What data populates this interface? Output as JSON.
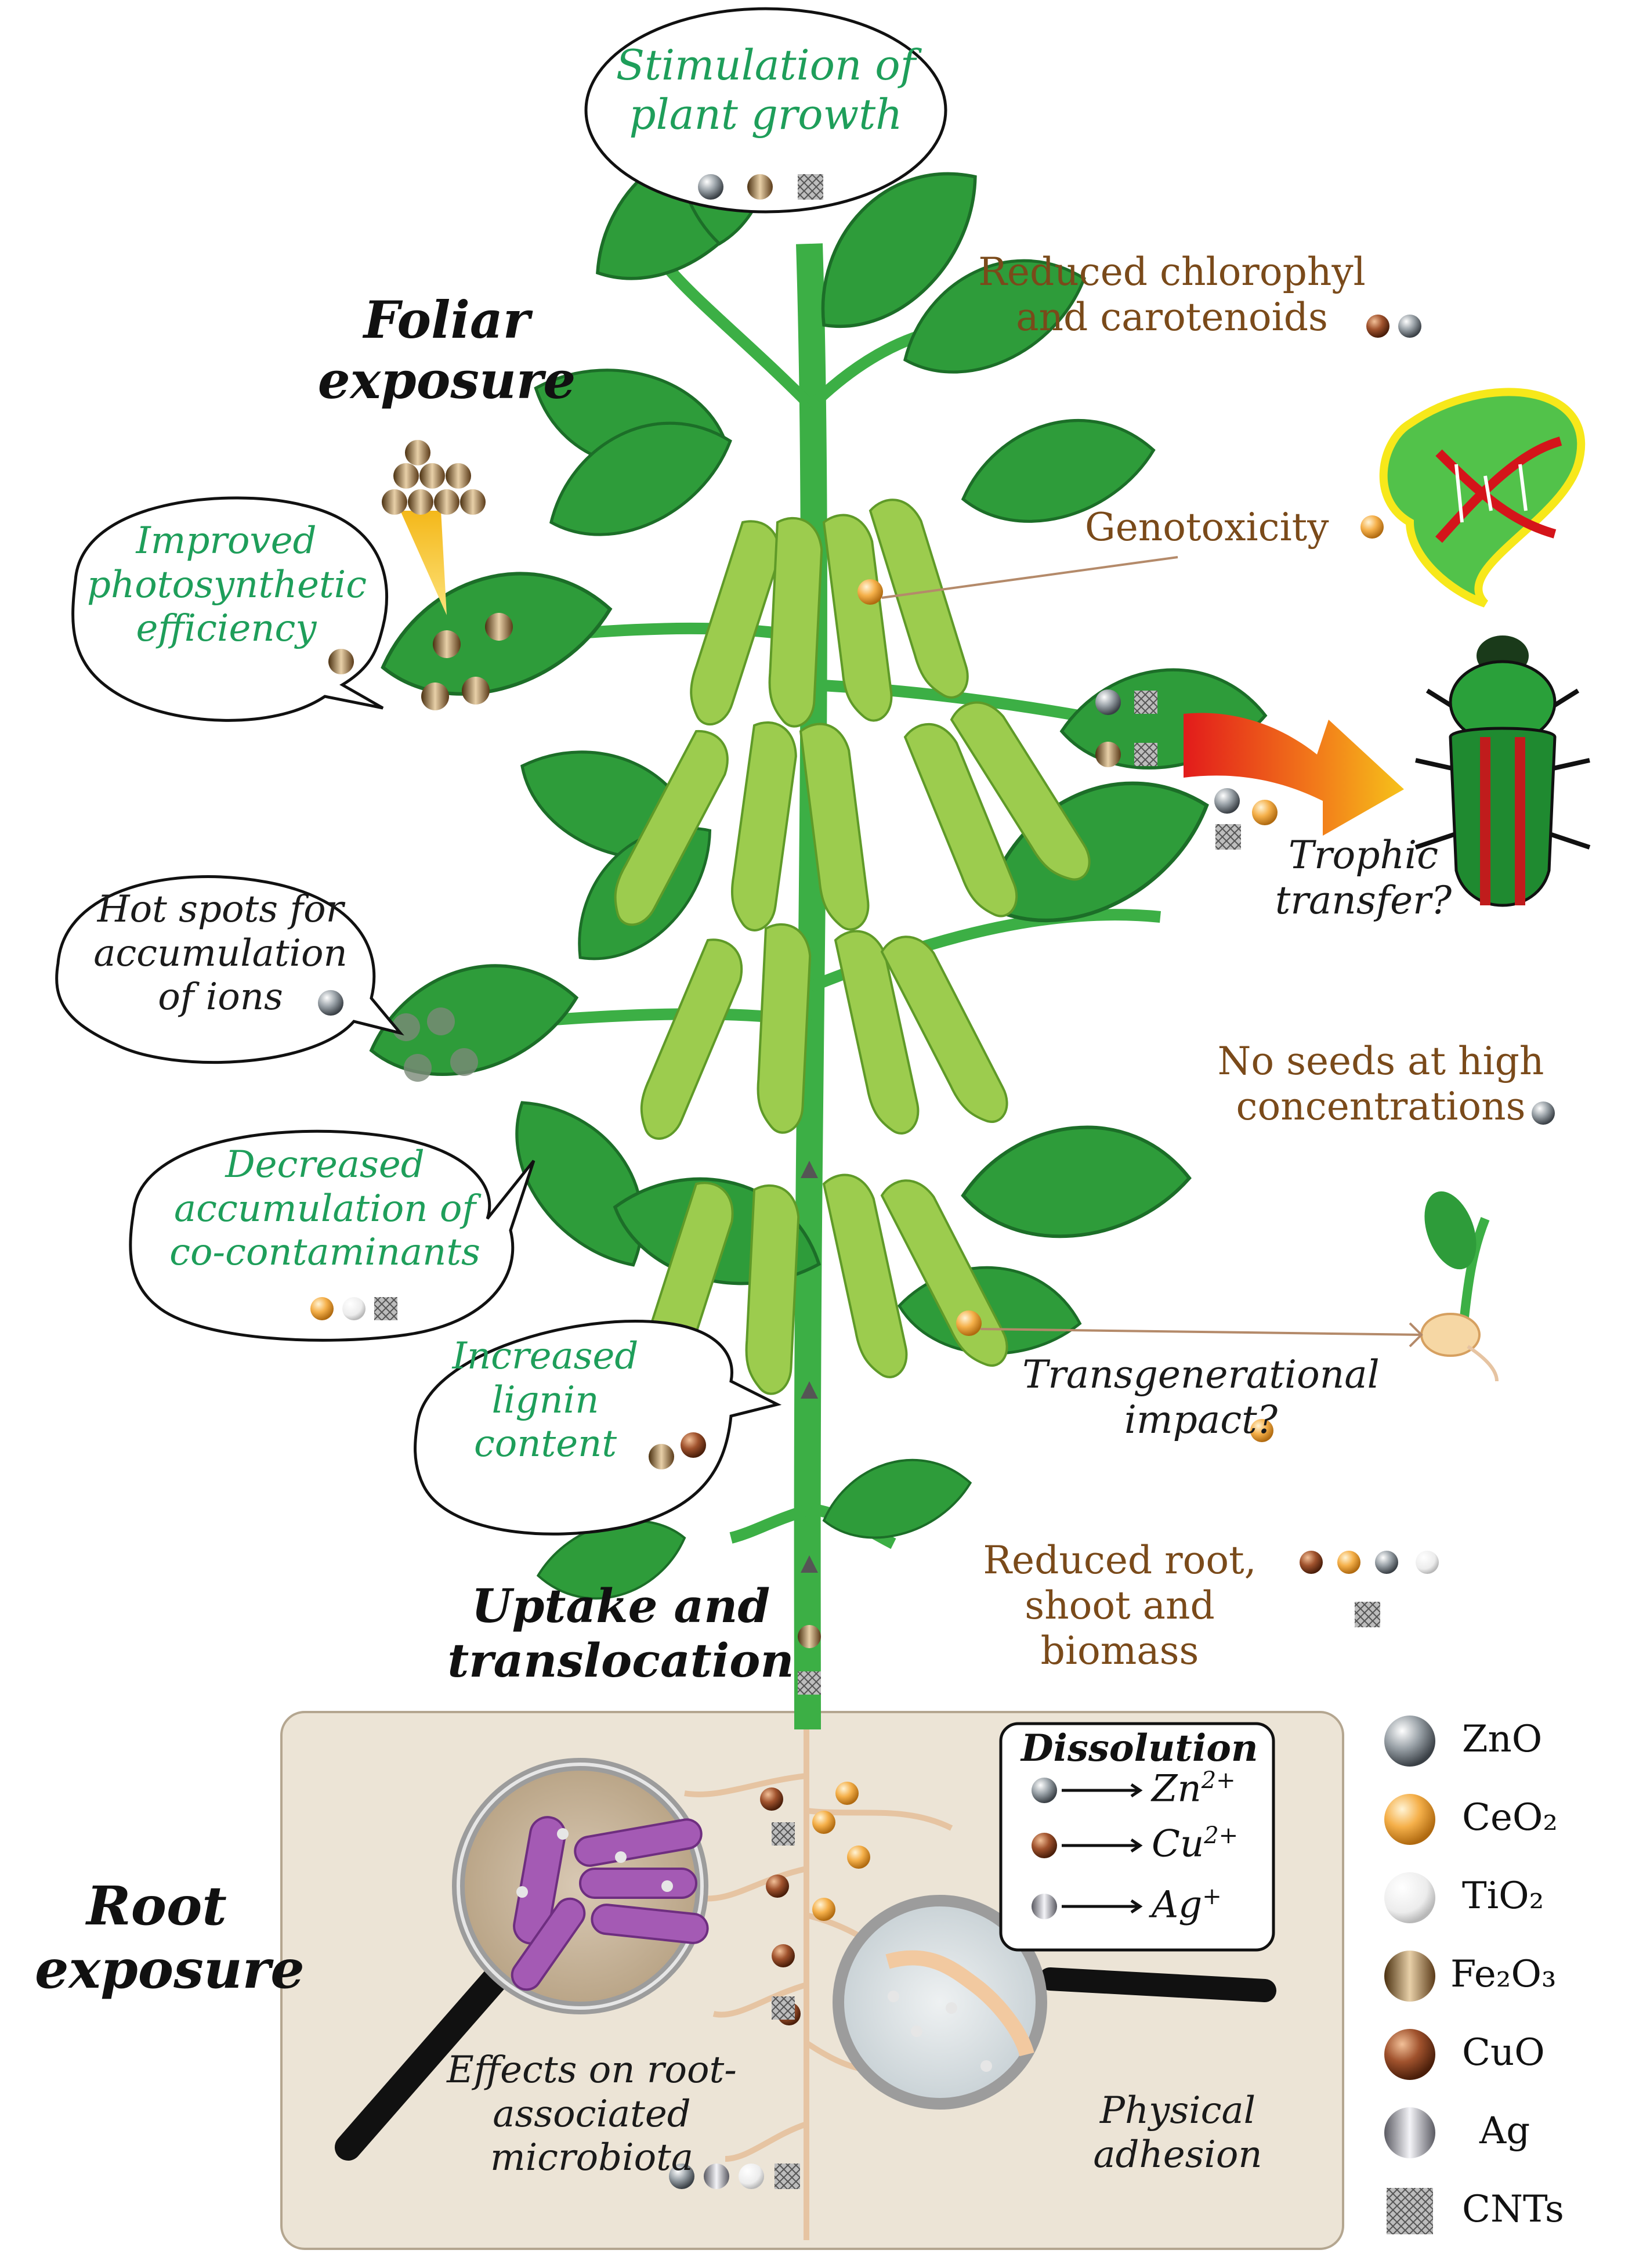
{
  "headings": {
    "foliar": "Foliar exposure",
    "uptake": "Uptake and translocation",
    "root": "Root exposure"
  },
  "callouts": {
    "stimulation": "Stimulation of plant growth",
    "photosynthetic": "Improved photosynthetic efficiency",
    "hotspots": "Hot spots for accumulation of ions",
    "decreased": "Decreased accumulation of co-contaminants",
    "lignin": "Increased lignin content"
  },
  "effects": {
    "chlorophyl": "Reduced chlorophyl and carotenoids",
    "genotoxicity": "Genotoxicity",
    "trophic": "Trophic transfer?",
    "noseeds": "No seeds at high concentrations",
    "transgenerational": "Transgenerational impact?",
    "reducedroot": "Reduced root, shoot and biomass",
    "microbiota": "Effects on root-associated microbiota",
    "adhesion": "Physical adhesion"
  },
  "dissolution": {
    "title": "Dissolution",
    "zn": "Zn",
    "zn_charge": "2+",
    "cu": "Cu",
    "cu_charge": "2+",
    "ag": "Ag",
    "ag_charge": "+"
  },
  "legend": [
    {
      "label": "ZnO",
      "color": "#8e969c"
    },
    {
      "label": "CeO₂",
      "color": "#f0a640"
    },
    {
      "label": "TiO₂",
      "color": "#e6e6e6"
    },
    {
      "label": "Fe₂O₃",
      "color": "#8c6a3c"
    },
    {
      "label": "CuO",
      "color": "#a0522d"
    },
    {
      "label": "Ag",
      "color": "#9c9ca4"
    },
    {
      "label": "CNTs",
      "color": "#6e6e6e"
    }
  ],
  "colors": {
    "leaf": "#2e9c3a",
    "pod": "#9ccc4e",
    "green_text": "#1e9e5a",
    "brown_text": "#7a4a1a",
    "soil": "#ece4d6"
  }
}
